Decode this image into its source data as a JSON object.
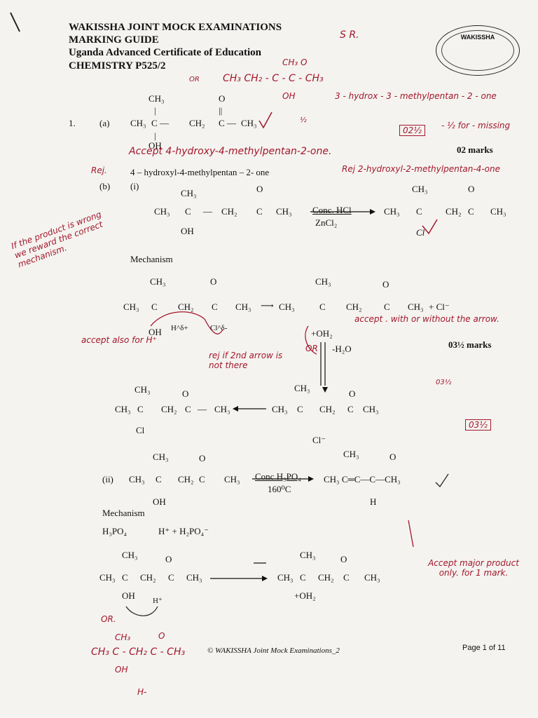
{
  "header": {
    "line1": "WAKISSHA JOINT MOCK EXAMINATIONS",
    "line2": "MARKING GUIDE",
    "line3": "Uganda Advanced Certificate of Education",
    "line4": "CHEMISTRY P525/2"
  },
  "logo": {
    "text": "WAKISSHA"
  },
  "q1": {
    "number": "1.",
    "part_a": "(a)",
    "part_b": "(b)",
    "part_b_i": "(i)",
    "part_b_ii": "(ii)",
    "name_printed": "4 – hydroxyl-4-methylpentan – 2- one",
    "marks_a": "02 marks",
    "marks_b": "03½ marks",
    "reagent_1": "Conc. HCl",
    "catalyst_1": "ZnCl₂",
    "reagent_2": "Conc.H₃PO₄",
    "temp_2": "160⁰C",
    "mechanism": "Mechanism",
    "mechanism2": "Mechanism",
    "h3po4_eq_left": "H₃PO₄",
    "h3po4_eq_right": "H⁺ + H₂PO₄⁻",
    "water_loss": "-H₂O"
  },
  "chem": {
    "ch3": "CH₃",
    "ch2": "CH₂",
    "o": "O",
    "oh": "OH",
    "cl": "Cl",
    "h": "H",
    "c": "C",
    "cl_minus": "Cl⁻",
    "plus_cl": "+ Cl⁻",
    "oh2_plus": "+OH₂",
    "h_plus": "H⁺",
    "c_eq_c": "CH₃ C═C—C—CH₃",
    "h_delta": "H^δ+",
    "cl_delta": "Cl^δ-",
    "double_bond": "||",
    "single_bond": "|",
    "arrow": "⟶"
  },
  "handwritten": {
    "sr": "S R.",
    "or1": "OR",
    "alt_top": "CH₃ CH₂ - C - C - CH₃",
    "alt_top_ch3": "CH₃ O",
    "alt_top_oh": "OH",
    "alt_name": "3 - hydrox - 3 - methylpentan - 2 - one",
    "tick_half": "½",
    "score_box": "02½",
    "missing": "- ½ for - missing",
    "accept_name": "Accept 4-hydroxy-4-methylpentan-2-one.",
    "rej": "Rej.",
    "rej_name": "Rej 2-hydroxyl-2-methylpentan-4-one",
    "if_product": "If the product is wrong we reward the correct mechanism.",
    "accept_also": "accept also for H⁺",
    "rej_arrow": "rej if 2nd arrow is not there",
    "accept_with": "accept . with or without the arrow.",
    "or2": "OR",
    "score_mid": "03½",
    "score_box2": "03½",
    "accept_major": "Accept major product only. for 1 mark.",
    "or3": "OR.",
    "bottom_alt": "CH₃ C - CH₂ C - CH₃",
    "bottom_ch3": "CH₃",
    "bottom_o": "O",
    "bottom_oh": "OH",
    "bottom_h": "H-"
  },
  "footer": {
    "copyright": "© WAKISSHA Joint Mock Examinations_2",
    "page": "Page 1 of 11"
  }
}
